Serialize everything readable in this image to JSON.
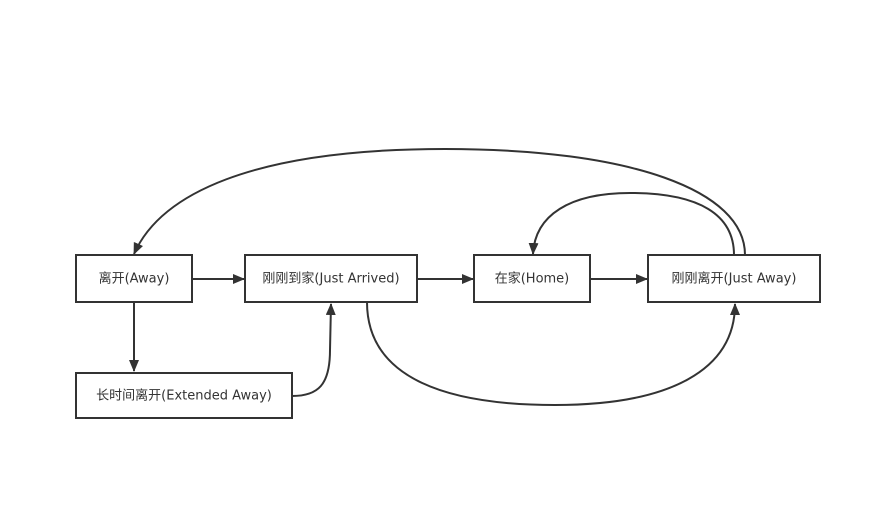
{
  "diagram": {
    "nodes": {
      "away": "离开(Away)",
      "just_arrived": "刚刚到家(Just Arrived)",
      "home": "在家(Home)",
      "just_away": "刚刚离开(Just Away)",
      "extended_away": "长时间离开(Extended Away)"
    },
    "edges": [
      {
        "from": "away",
        "to": "just_arrived"
      },
      {
        "from": "away",
        "to": "extended_away"
      },
      {
        "from": "extended_away",
        "to": "just_arrived"
      },
      {
        "from": "just_arrived",
        "to": "home"
      },
      {
        "from": "home",
        "to": "just_away"
      },
      {
        "from": "just_arrived",
        "to": "just_away"
      },
      {
        "from": "just_away",
        "to": "home"
      },
      {
        "from": "just_away",
        "to": "away"
      }
    ],
    "colors": {
      "stroke": "#333333",
      "fill": "#ffffff",
      "text": "#333333"
    }
  }
}
